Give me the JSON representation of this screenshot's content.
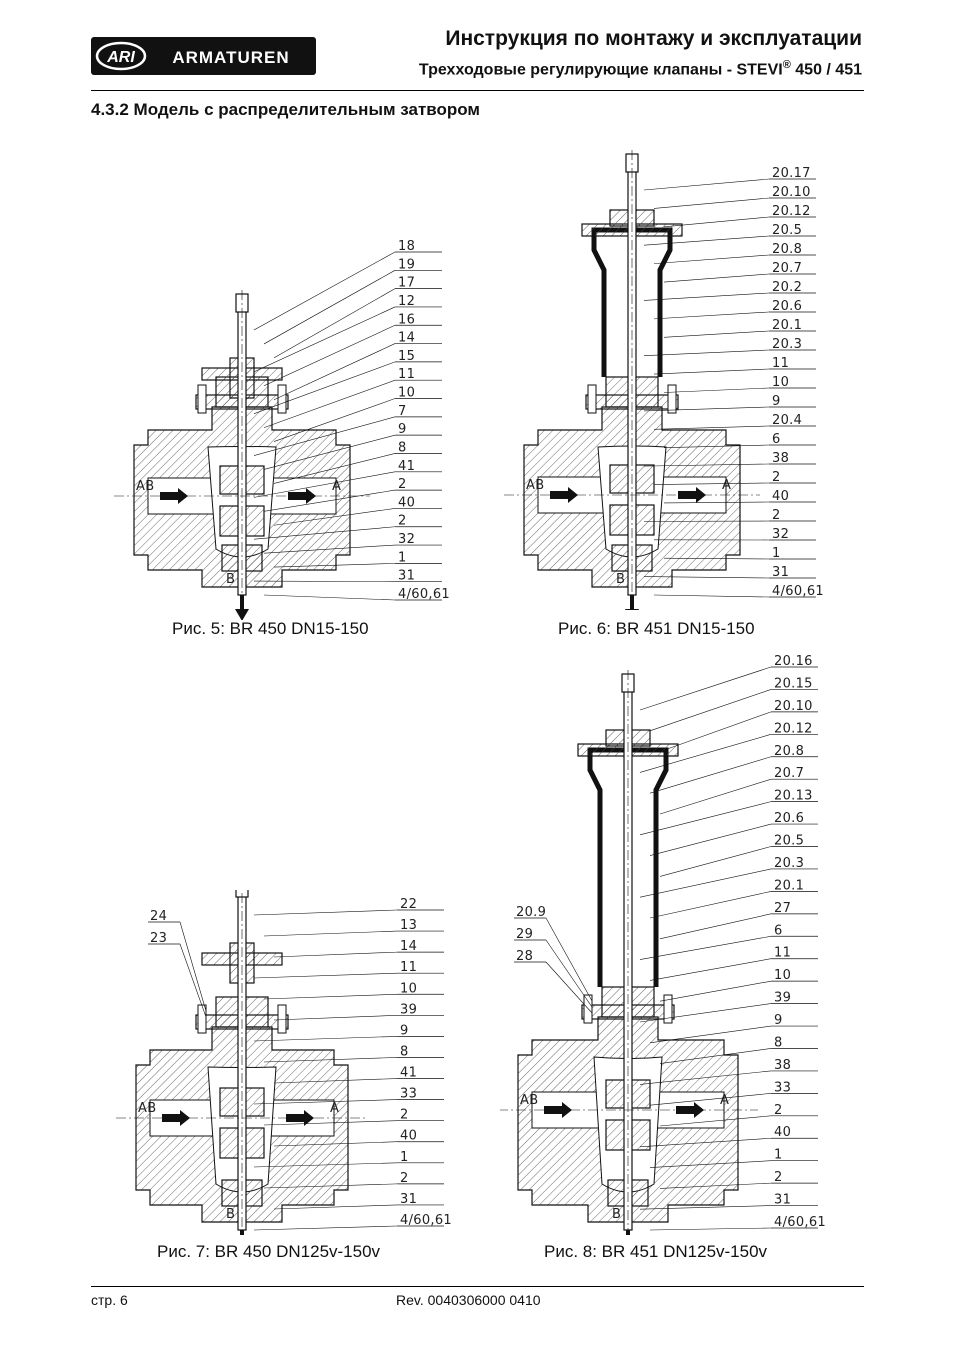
{
  "header": {
    "logo_text": "ARI ARMATUREN",
    "title": "Инструкция по монтажу и эксплуатации",
    "subtitle_prefix": "Трехходовые регулирующие клапаны - STEVI",
    "subtitle_mark": "®",
    "subtitle_suffix": " 450 / 451"
  },
  "section": {
    "heading": "4.3.2  Модель с распределительным затвором"
  },
  "figures": [
    {
      "caption": "Рис. 5: BR 450 DN15-150",
      "port_left": "AB",
      "port_right": "A",
      "port_bottom": "B",
      "callouts": [
        "18",
        "19",
        "17",
        "12",
        "16",
        "14",
        "15",
        "11",
        "10",
        "7",
        "9",
        "8",
        "41",
        "2",
        "40",
        "2",
        "32",
        "1",
        "31",
        "4/60,61"
      ]
    },
    {
      "caption": "Рис. 6: BR 451 DN15-150",
      "port_left": "AB",
      "port_right": "A",
      "port_bottom": "B",
      "callouts": [
        "20.17",
        "20.10",
        "20.12",
        "20.5",
        "20.8",
        "20.7",
        "20.2",
        "20.6",
        "20.1",
        "20.3",
        "11",
        "10",
        "9",
        "20.4",
        "6",
        "38",
        "2",
        "40",
        "2",
        "32",
        "1",
        "31",
        "4/60,61"
      ]
    },
    {
      "caption": "Рис. 7: BR 450 DN125v-150v",
      "port_left": "AB",
      "port_right": "A",
      "port_bottom": "B",
      "callouts_left": [
        "24",
        "23"
      ],
      "callouts": [
        "22",
        "13",
        "14",
        "11",
        "10",
        "39",
        "9",
        "8",
        "41",
        "33",
        "2",
        "40",
        "1",
        "2",
        "31",
        "4/60,61"
      ]
    },
    {
      "caption": "Рис. 8: BR 451 DN125v-150v",
      "port_left": "AB",
      "port_right": "A",
      "port_bottom": "B",
      "callouts_left": [
        "20.9",
        "29",
        "28"
      ],
      "callouts": [
        "20.16",
        "20.15",
        "20.10",
        "20.12",
        "20.8",
        "20.7",
        "20.13",
        "20.6",
        "20.5",
        "20.3",
        "20.1",
        "27",
        "6",
        "11",
        "10",
        "39",
        "9",
        "8",
        "38",
        "33",
        "2",
        "40",
        "1",
        "2",
        "31",
        "4/60,61"
      ]
    }
  ],
  "footer": {
    "page": "стр. 6",
    "rev": "Rev. 0040306000 0410"
  }
}
